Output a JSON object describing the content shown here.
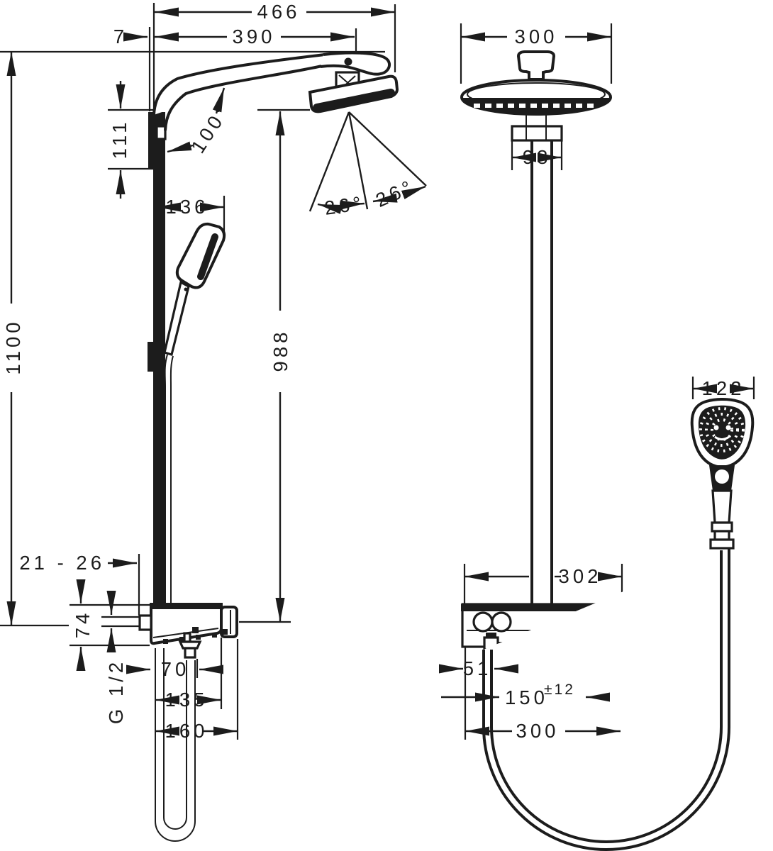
{
  "colors": {
    "ink": "#1c1c1c",
    "paper": "#ffffff"
  },
  "side_view": {
    "dim_total_width": "466",
    "dim_wall_offset": "7",
    "dim_arm_projection": "390",
    "dim_bracket_height": "111",
    "dim_arm_angle": "100°",
    "dim_handshower_offset": "136",
    "dim_spray_angle_left": "26°",
    "dim_spray_angle_right": "26°",
    "dim_head_to_valve": "988",
    "dim_total_height": "1100",
    "dim_wall_clearance": "21 - 26",
    "dim_valve_height": "74",
    "label_thread": "G 1/2",
    "dim_outlet_offset": "70",
    "dim_valve_depth": "135",
    "dim_total_depth": "160"
  },
  "front_view": {
    "dim_head_width": "300",
    "dim_bracket_width": "98",
    "dim_valve_span": "302",
    "dim_handshower_width": "122",
    "dim_hose_offset": "51",
    "dim_inlet_spacing": "150",
    "dim_inlet_tolerance": "±12",
    "dim_valve_width": "300"
  }
}
